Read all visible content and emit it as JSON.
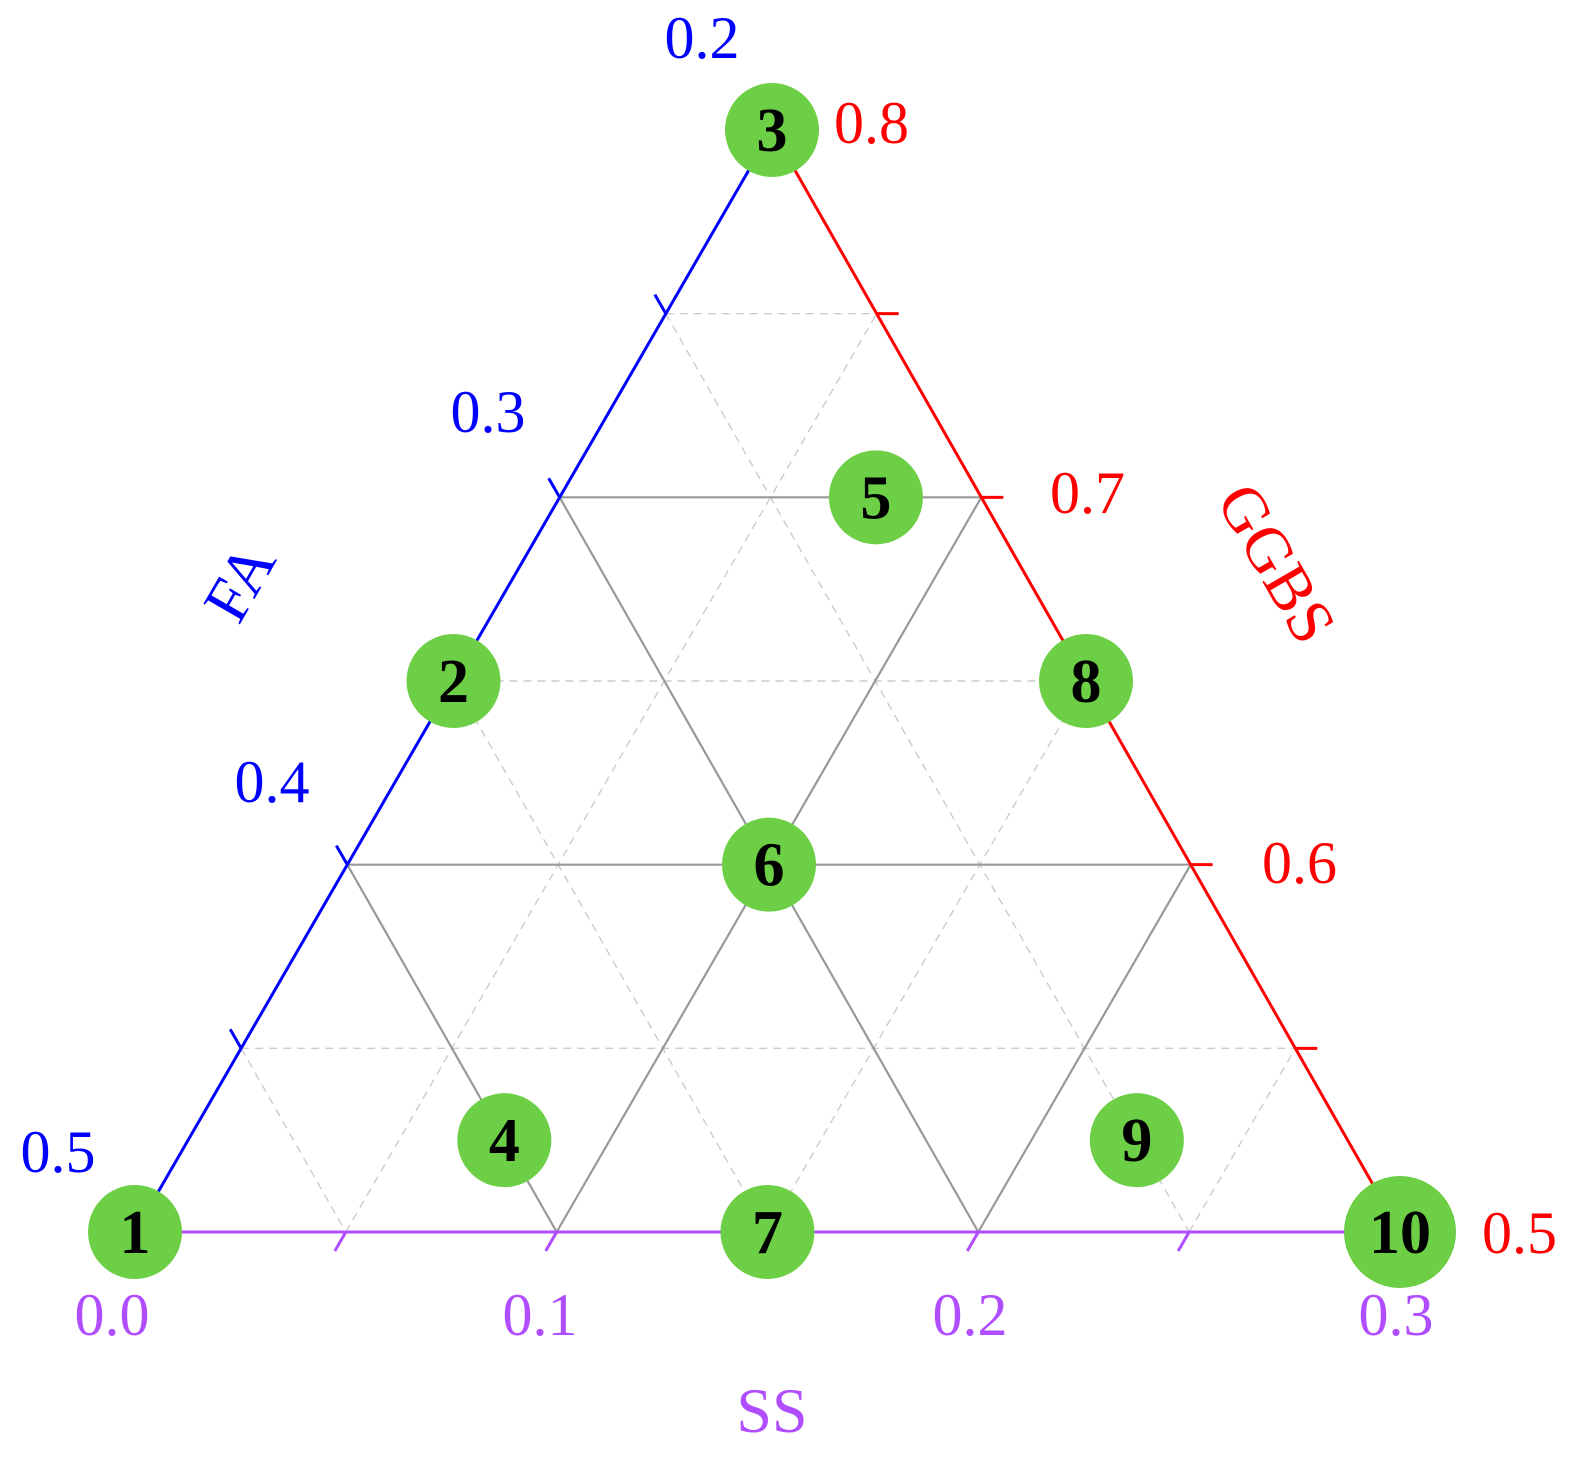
{
  "chart_data": {
    "type": "ternary-scatter",
    "axes": {
      "fa": {
        "label": "FA",
        "color": "#0000ff",
        "range": [
          0.2,
          0.5
        ],
        "ticks": [
          "0.2",
          "0.3",
          "0.4",
          "0.5"
        ]
      },
      "ggbs": {
        "label": "GGBS",
        "color": "#ff0000",
        "range": [
          0.5,
          0.8
        ],
        "ticks": [
          "0.8",
          "0.7",
          "0.6",
          "0.5"
        ]
      },
      "ss": {
        "label": "SS",
        "color": "#b04dff",
        "range": [
          0.0,
          0.3
        ],
        "ticks": [
          "0.0",
          "0.1",
          "0.2",
          "0.3"
        ]
      }
    },
    "point_color": "#6ccf45",
    "grid": {
      "major_color": "#999999",
      "minor_color": "#cccccc"
    },
    "points": [
      {
        "label": "1",
        "fa": 0.5,
        "ggbs": 0.5,
        "ss": 0.0
      },
      {
        "label": "2",
        "fa": 0.35,
        "ggbs": 0.65,
        "ss": 0.0
      },
      {
        "label": "3",
        "fa": 0.2,
        "ggbs": 0.8,
        "ss": 0.0
      },
      {
        "label": "4",
        "fa": 0.4,
        "ggbs": 0.525,
        "ss": 0.075
      },
      {
        "label": "5",
        "fa": 0.225,
        "ggbs": 0.7,
        "ss": 0.075
      },
      {
        "label": "6",
        "fa": 0.3,
        "ggbs": 0.6,
        "ss": 0.1
      },
      {
        "label": "7",
        "fa": 0.35,
        "ggbs": 0.5,
        "ss": 0.15
      },
      {
        "label": "8",
        "fa": 0.2,
        "ggbs": 0.65,
        "ss": 0.15
      },
      {
        "label": "9",
        "fa": 0.25,
        "ggbs": 0.525,
        "ss": 0.225
      },
      {
        "label": "10",
        "fa": 0.2,
        "ggbs": 0.5,
        "ss": 0.3
      }
    ]
  }
}
